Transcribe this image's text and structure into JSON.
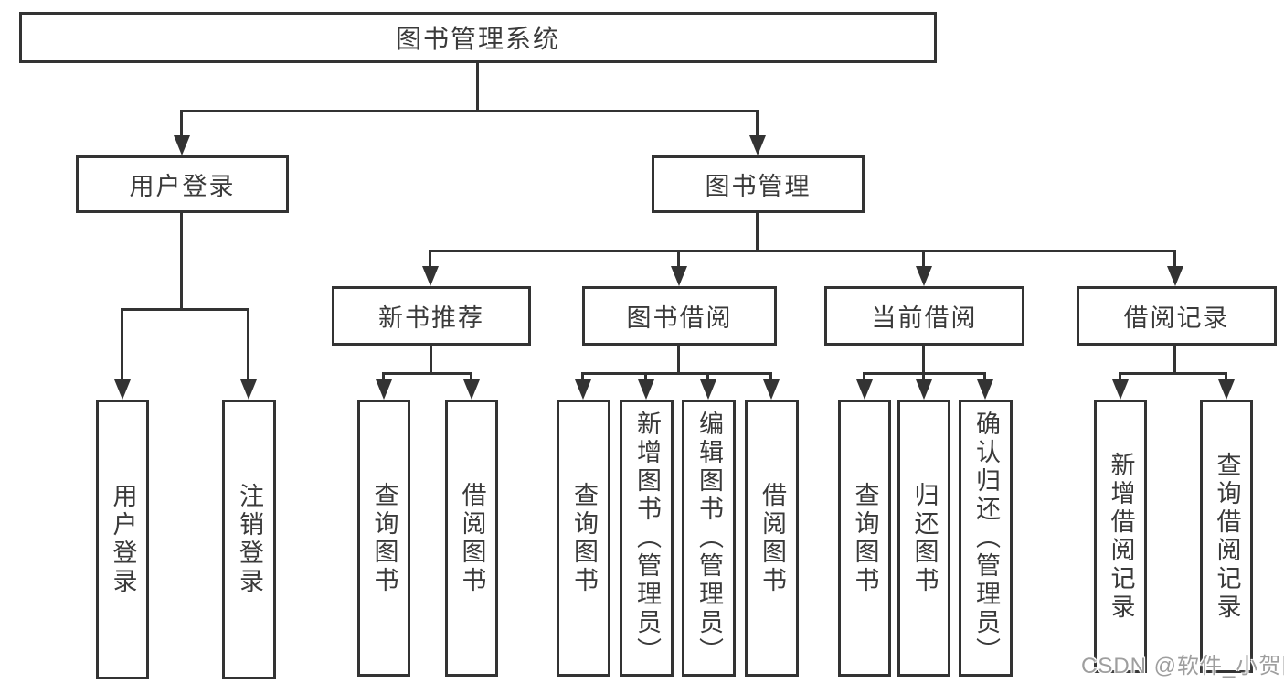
{
  "tree": {
    "label": "图书管理系统",
    "children": [
      {
        "label": "用户登录",
        "children": [
          {
            "label": "用户登录"
          },
          {
            "label": "注销登录"
          }
        ]
      },
      {
        "label": "图书管理",
        "children": [
          {
            "label": "新书推荐",
            "children": [
              {
                "label": "查询图书"
              },
              {
                "label": "借阅图书"
              }
            ]
          },
          {
            "label": "图书借阅",
            "children": [
              {
                "label": "查询图书"
              },
              {
                "label": "新增图书（管理员）"
              },
              {
                "label": "编辑图书（管理员）"
              },
              {
                "label": "借阅图书"
              }
            ]
          },
          {
            "label": "当前借阅",
            "children": [
              {
                "label": "查询图书"
              },
              {
                "label": "归还图书"
              },
              {
                "label": "确认归还（管理员）"
              }
            ]
          },
          {
            "label": "借阅记录",
            "children": [
              {
                "label": "新增借阅记录"
              },
              {
                "label": "查询借阅记录"
              }
            ]
          }
        ]
      }
    ]
  },
  "watermark": "CSDN @软件_小贺同学",
  "colors": {
    "line": "#333333",
    "text": "#3a3a3a",
    "watermark": "#9e9e9e",
    "background": "#ffffff"
  }
}
